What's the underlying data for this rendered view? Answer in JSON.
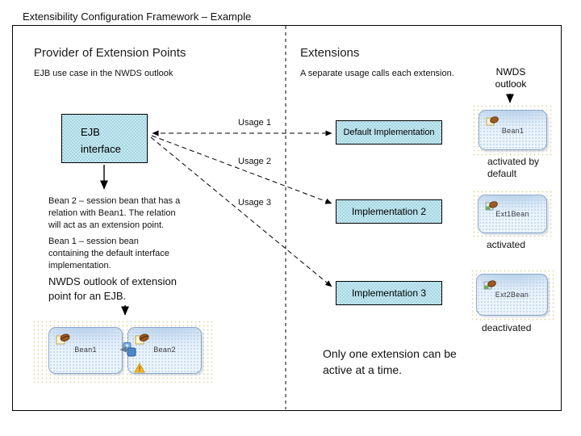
{
  "title": "Extensibility Configuration Framework – Example",
  "provider": {
    "heading": "Provider of Extension Points",
    "subheading": "EJB use case in the NWDS outlook",
    "ejb_box_label": "EJB\ninterface",
    "bean2_note": "Bean 2 – session bean that has a\nrelation with Bean1. The relation\nwill act as an extension point.",
    "bean1_note": "Bean 1 – session bean\ncontaining the default interface\nimplementation.",
    "nwds_note": "NWDS outlook of extension\npoint for an EJB.",
    "bean1_label": "Bean1",
    "bean2_label": "Bean2"
  },
  "extensions": {
    "heading": "Extensions",
    "subheading": "A separate usage calls each extension.",
    "nwds_outlook_label": "NWDS\noutlook",
    "usages": [
      "Usage 1",
      "Usage 2",
      "Usage 3"
    ],
    "implementations": [
      "Default Implementation",
      "Implementation 2",
      "Implementation 3"
    ],
    "beans": [
      {
        "label": "Bean1",
        "status": "activated by\ndefault"
      },
      {
        "label": "Ext1Bean",
        "status": "activated"
      },
      {
        "label": "Ext2Bean",
        "status": "deactivated"
      }
    ],
    "footnote": "Only one extension can be\nactive at a time."
  },
  "colors": {
    "box_fill": "#c9e8f0",
    "box_texture": "#a3d6e3",
    "nwds_box_border": "#8fa8cc",
    "warning": "#fbc02d",
    "bean_brown": "#9c5a22"
  }
}
